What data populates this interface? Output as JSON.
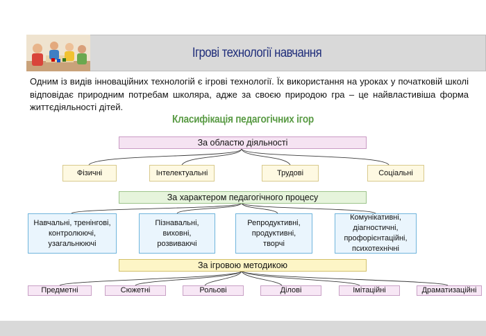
{
  "header": {
    "title": "Ігрові технології навчання"
  },
  "intro_text": "Одним із видів інноваційних технологій є ігрові технології. Їх використання на уроках у початковій школі відповідає природним потребам школяра, адже за своєю природою гра – це найвластивіша форма життєдіяльності дітей.",
  "diagram": {
    "title": "Класифікація педагогічних ігор",
    "categories": [
      {
        "label": "За областю діяльності",
        "items": [
          "Фізичні",
          "Інтелектуальні",
          "Трудові",
          "Соціальні"
        ]
      },
      {
        "label": "За характером педагогічного процесу",
        "items": [
          "Навчальні, тренінгові, контролюючі, узагальнюючі",
          "Пізнавальні, виховні, розвиваючі",
          "Репродуктивні, продуктивні, творчі",
          "Комунікативні, діагностичні, профорієнтаційні, психотехнічні"
        ]
      },
      {
        "label": "За ігровою методикою",
        "items": [
          "Предметні",
          "Сюжетні",
          "Рольові",
          "Ділові",
          "Імітаційні",
          "Драматизаційні"
        ]
      }
    ]
  },
  "colors": {
    "title_blue": "#1f2d7a",
    "diagram_title_green": "#5a9b45",
    "connector": "#3a3a3a"
  }
}
